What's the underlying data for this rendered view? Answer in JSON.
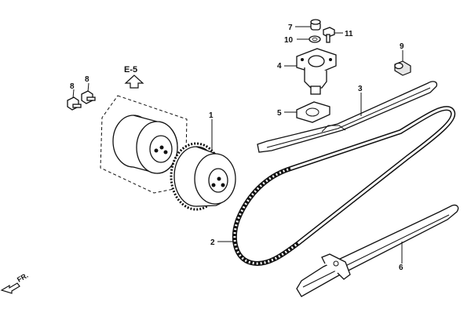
{
  "reference": {
    "text": "E-5"
  },
  "front": {
    "text": "FR."
  },
  "callouts": [
    {
      "id": "1",
      "text": "1"
    },
    {
      "id": "2",
      "text": "2"
    },
    {
      "id": "3",
      "text": "3"
    },
    {
      "id": "4",
      "text": "4"
    },
    {
      "id": "5",
      "text": "5"
    },
    {
      "id": "6",
      "text": "6"
    },
    {
      "id": "7",
      "text": "7"
    },
    {
      "id": "8a",
      "text": "8"
    },
    {
      "id": "8b",
      "text": "8"
    },
    {
      "id": "9",
      "text": "9"
    },
    {
      "id": "10",
      "text": "10"
    },
    {
      "id": "11",
      "text": "11"
    }
  ]
}
